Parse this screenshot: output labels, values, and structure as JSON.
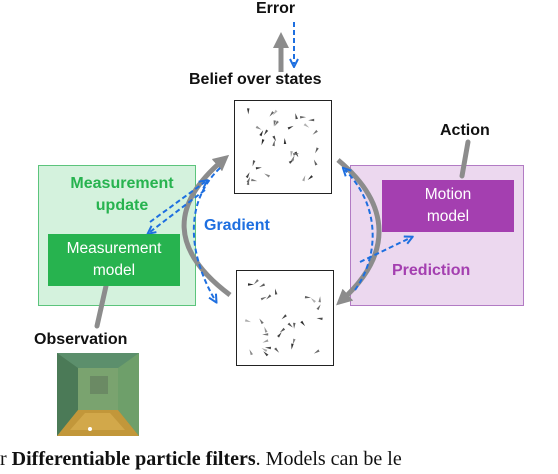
{
  "labels": {
    "error": "Error",
    "belief": "Belief over states",
    "action": "Action",
    "measurement_update": [
      "Measurement",
      "update"
    ],
    "gradient": "Gradient",
    "prediction": "Prediction",
    "observation": "Observation"
  },
  "models": {
    "measurement": [
      "Measurement",
      "model"
    ],
    "motion": [
      "Motion",
      "model"
    ]
  },
  "caption": {
    "prefix": "r",
    "bold": "Differentiable particle filters",
    "rest": ". Models can be le"
  },
  "colors": {
    "green_panel": "#d4f2dd",
    "green_border": "#5cc47c",
    "green_box": "#27b34f",
    "green_text": "#27b34f",
    "purple_panel": "#ecd8ef",
    "purple_border": "#b27bc4",
    "purple_box": "#a43fb0",
    "purple_text": "#a43fb0",
    "gradient_blue": "#1e6fe0",
    "gray_arrow": "#8c8c8c"
  }
}
